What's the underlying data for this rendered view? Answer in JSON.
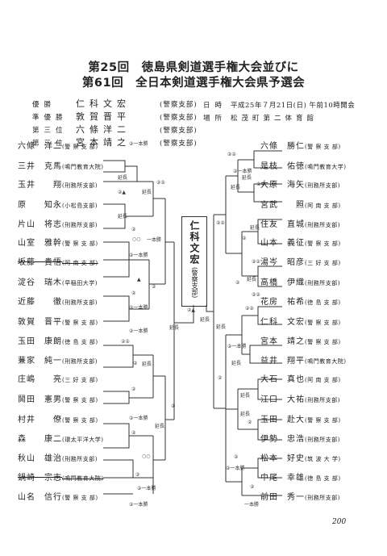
{
  "title": {
    "line1": "第25回　徳島県剣道選手権大会並びに",
    "line2": "第61回　全日本剣道選手権大会県予選会"
  },
  "results": [
    {
      "rank": "優勝",
      "name": "仁科文宏",
      "aff": "(警察支部)"
    },
    {
      "rank": "準優勝",
      "name": "敦賀晋平",
      "aff": "(警察支部)"
    },
    {
      "rank": "第三位",
      "name": "六條洋二",
      "aff": "(警察支部)"
    },
    {
      "rank": "第三位",
      "name": "宮本靖之",
      "aff": "(警察支部)"
    }
  ],
  "event": {
    "date_label": "日時",
    "date": "平成25年７月21日(日) 午前10時開会",
    "place_label": "場所",
    "place": "松茂町第二体育館"
  },
  "left": [
    {
      "name": "六條　洋二",
      "aff": "(警 察 支 部)"
    },
    {
      "name": "三井　克馬",
      "aff": "(鳴門教育大院)"
    },
    {
      "name": "玉井　　翔",
      "aff": "(刑務所支部)"
    },
    {
      "name": "原　　知永",
      "aff": "(小松島支部)"
    },
    {
      "name": "片山　将志",
      "aff": "(刑務所支部)"
    },
    {
      "name": "山室　雅幹",
      "aff": "(警 察 支 部)"
    },
    {
      "name": "坂藤　貴悟",
      "aff": "(阿 南 支 部)"
    },
    {
      "name": "淀谷　瑞木",
      "aff": "(早稲田大学)"
    },
    {
      "name": "近藤　　徹",
      "aff": "(刑務所支部)"
    },
    {
      "name": "敦賀　晋平",
      "aff": "(警 察 支 部)"
    },
    {
      "name": "玉田　康朗",
      "aff": "(徳 島 支 部)"
    },
    {
      "name": "蒹家　純一",
      "aff": "(刑務所支部)"
    },
    {
      "name": "庄嶋　　亮",
      "aff": "(三 好 支 部)"
    },
    {
      "name": "鬨田　憲男",
      "aff": "(警 察 支 部)"
    },
    {
      "name": "村井　　僚",
      "aff": "(警 察 支 部)"
    },
    {
      "name": "森　　康二",
      "aff": "(環太平洋大学)"
    },
    {
      "name": "秋山　雄治",
      "aff": "(刑務所支部)"
    },
    {
      "name": "鍋崎　宗志",
      "aff": "(鳴門教育大院)"
    },
    {
      "name": "山名　信行",
      "aff": "(警 察 支 部)"
    }
  ],
  "right": [
    {
      "name": "六條　勝仁",
      "aff": "(警 察 支 部)"
    },
    {
      "name": "是枝　佑徳",
      "aff": "(鳴門教育大学)"
    },
    {
      "name": "大原　海矢",
      "aff": "(刑務所支部)"
    },
    {
      "name": "宮武　　照",
      "aff": "(阿 南 支 部)"
    },
    {
      "name": "住友　直城",
      "aff": "(刑務所支部)"
    },
    {
      "name": "山本　義征",
      "aff": "(警 察 支 部)"
    },
    {
      "name": "湯岑　昭彦",
      "aff": "(三 好 支 部)"
    },
    {
      "name": "高橋　伊織",
      "aff": "(刑務所支部)"
    },
    {
      "name": "花房　祐希",
      "aff": "(徳 島 支 部)"
    },
    {
      "name": "仁科　文宏",
      "aff": "(警 察 支 部)"
    },
    {
      "name": "宮本　靖之",
      "aff": "(警 察 支 部)"
    },
    {
      "name": "益井　翔平",
      "aff": "(鳴門教育大院)"
    },
    {
      "name": "大石　真也",
      "aff": "(阿 南 支 部)"
    },
    {
      "name": "江口　大祐",
      "aff": "(刑務所支部)"
    },
    {
      "name": "玉田　赴大",
      "aff": "(警 察 支 部)"
    },
    {
      "name": "伊勢　忠浩",
      "aff": "(刑務所支部)"
    },
    {
      "name": "松本　好史",
      "aff": "(筑 波 大 学)"
    },
    {
      "name": "中尾　幸雄",
      "aff": "(徳 島 支 部)"
    },
    {
      "name": "前田　秀一",
      "aff": "(刑務所支部)"
    }
  ],
  "champion": {
    "name": "仁科文宏",
    "aff": "(警察支部)"
  },
  "marks": {
    "ippon": "②一本勝",
    "ippon_short": "一本勝",
    "enchou": "延長",
    "sq": "②▲",
    "dbl": "②②",
    "one": "②",
    "circles": "○○",
    "tri": "▲",
    "dtri": "②▲"
  },
  "page_number": "200"
}
